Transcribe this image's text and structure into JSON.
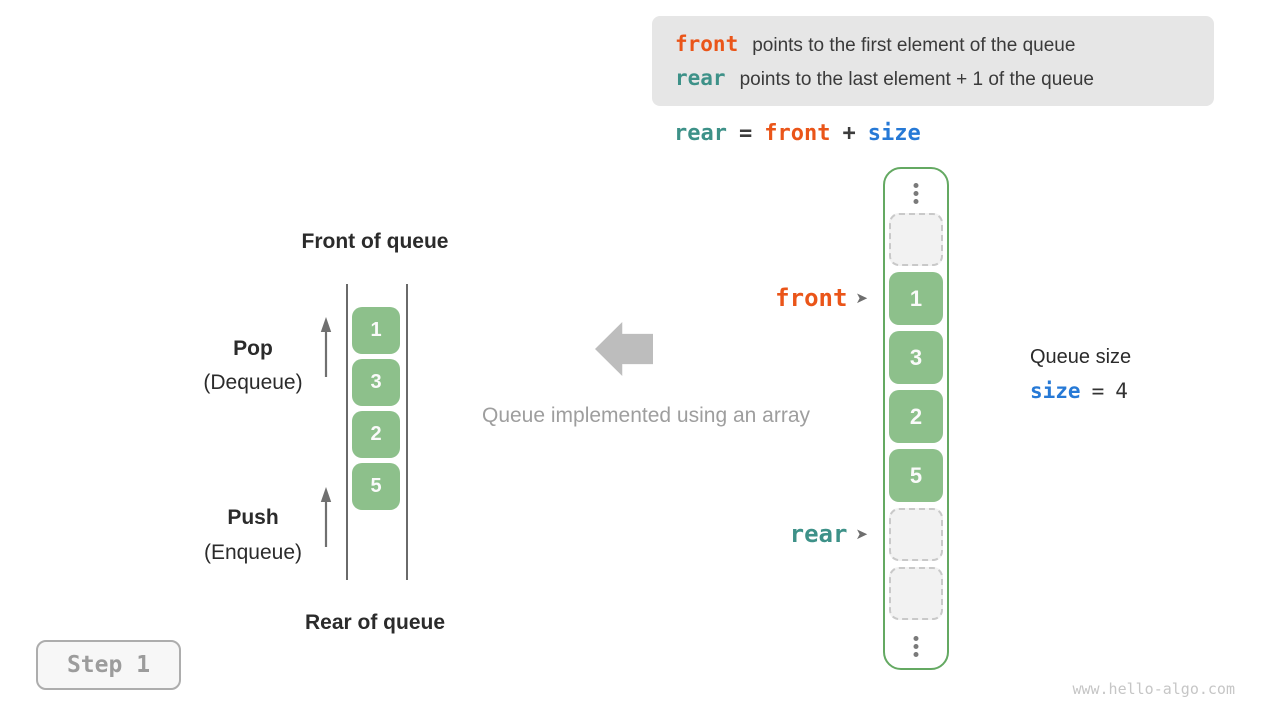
{
  "colors": {
    "accent_orange": "#EA5519",
    "accent_teal": "#3D9188",
    "accent_blue": "#2679D6",
    "cell_green": "#8DC08B",
    "border_green": "#64A962",
    "text_dark": "#333333",
    "text_gray": "#9E9E9E",
    "legend_bg": "#E6E6E6"
  },
  "legend": {
    "lines": [
      {
        "keyword": "front",
        "text": "points to the first element of the queue"
      },
      {
        "keyword": "rear",
        "text": "points to the last element + 1 of the queue"
      }
    ]
  },
  "formula": {
    "lhs": "rear",
    "eq": "=",
    "operand": "front",
    "op": "+",
    "rhs": "size"
  },
  "left_queue": {
    "front_label": "Front of queue",
    "rear_label": "Rear of queue",
    "pop_title": "Pop",
    "pop_subtitle": "(Dequeue)",
    "push_title": "Push",
    "push_subtitle": "(Enqueue)",
    "values": [
      "1",
      "3",
      "2",
      "5"
    ]
  },
  "center_caption": "Queue implemented using an array",
  "array": {
    "cells": [
      {
        "type": "empty",
        "value": ""
      },
      {
        "type": "filled",
        "value": "1"
      },
      {
        "type": "filled",
        "value": "3"
      },
      {
        "type": "filled",
        "value": "2"
      },
      {
        "type": "filled",
        "value": "5"
      },
      {
        "type": "empty",
        "value": ""
      },
      {
        "type": "empty",
        "value": ""
      }
    ],
    "front_pointer_label": "front",
    "rear_pointer_label": "rear"
  },
  "size_info": {
    "title": "Queue size",
    "variable": "size",
    "eq": "=",
    "value": "4"
  },
  "step_badge": "Step 1",
  "watermark": "www.hello-algo.com"
}
